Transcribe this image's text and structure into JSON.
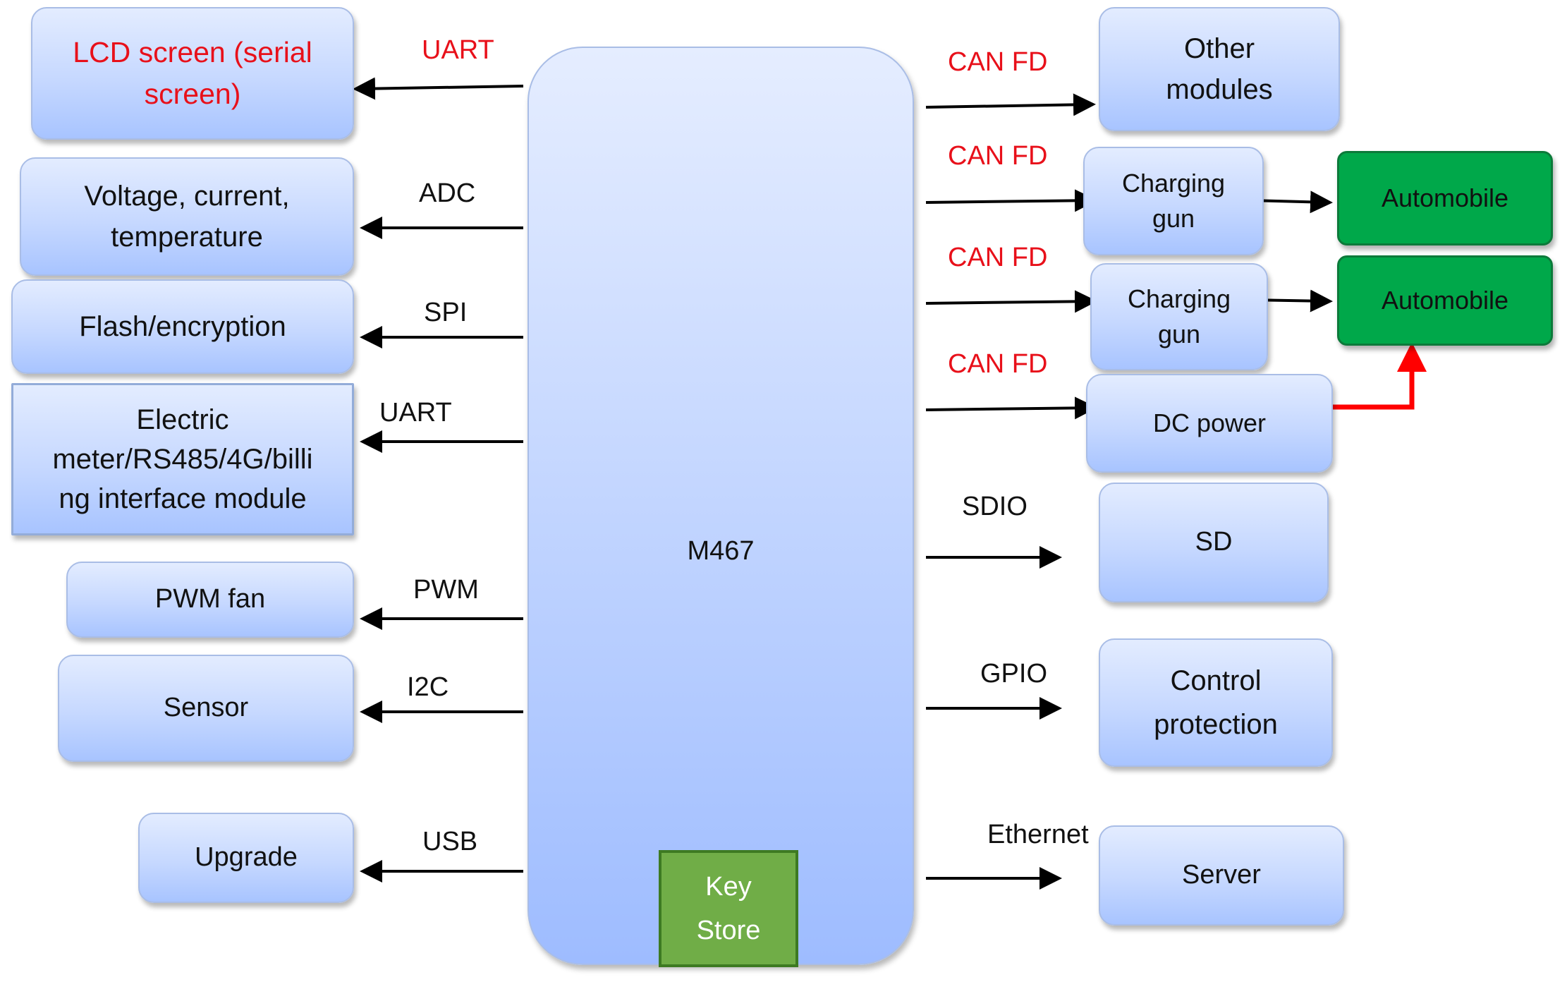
{
  "mcu": {
    "label": "M467",
    "keystore": [
      "Key",
      "Store"
    ]
  },
  "left_modules": [
    {
      "lines": [
        "LCD screen (serial",
        "screen)"
      ],
      "bus": "UART",
      "highlight": true
    },
    {
      "lines": [
        "Voltage, current,",
        "temperature"
      ],
      "bus": "ADC"
    },
    {
      "lines": [
        "Flash/encryption"
      ],
      "bus": "SPI"
    },
    {
      "lines": [
        "Electric",
        "meter/RS485/4G/billi",
        "ng interface module"
      ],
      "bus": "UART"
    },
    {
      "lines": [
        "PWM fan"
      ],
      "bus": "PWM"
    },
    {
      "lines": [
        "Sensor"
      ],
      "bus": "I2C"
    },
    {
      "lines": [
        "Upgrade"
      ],
      "bus": "USB"
    }
  ],
  "right_modules": [
    {
      "lines": [
        "Other",
        "modules"
      ],
      "bus": "CAN FD",
      "bus_highlight": true
    },
    {
      "lines": [
        "Charging",
        "gun"
      ],
      "bus": "CAN FD",
      "bus_highlight": true
    },
    {
      "lines": [
        "Charging",
        "gun"
      ],
      "bus": "CAN FD",
      "bus_highlight": true
    },
    {
      "lines": [
        "DC power"
      ],
      "bus": "CAN FD",
      "bus_highlight": true
    },
    {
      "lines": [
        "SD"
      ],
      "bus": "SDIO"
    },
    {
      "lines": [
        "Control",
        "protection"
      ],
      "bus": "GPIO"
    },
    {
      "lines": [
        "Server"
      ],
      "bus": "Ethernet"
    }
  ],
  "vehicles": [
    {
      "label": "Automobile"
    },
    {
      "label": "Automobile"
    }
  ],
  "colors": {
    "highlight_text": "#e8101a",
    "vehicle_fill": "#00a84a",
    "keystore_fill": "#70ad47",
    "power_arrow": "#ff0000"
  }
}
